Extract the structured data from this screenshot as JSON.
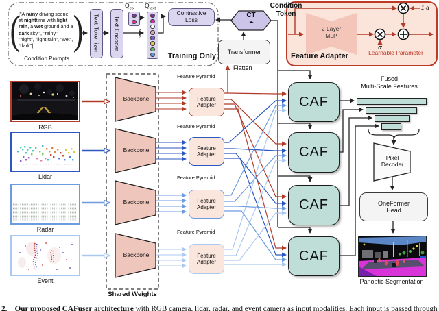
{
  "training": {
    "prompt_segments": [
      {
        "t": "[\"A ",
        "b": false
      },
      {
        "t": "rainy",
        "b": true
      },
      {
        "t": " driving scene at ",
        "b": false
      },
      {
        "t": "night",
        "b": true
      },
      {
        "t": "time with ",
        "b": false
      },
      {
        "t": "light rain",
        "b": true
      },
      {
        "t": ", a ",
        "b": false
      },
      {
        "t": "wet",
        "b": true
      },
      {
        "t": " ground and a ",
        "b": false
      },
      {
        "t": "dark",
        "b": true
      },
      {
        "t": " sky.\", \"rainy\", \"night\", \"light rain\", \"wet\", \"dark\"]",
        "b": false
      }
    ],
    "condition_prompts_label": "Condition Prompts",
    "text_tokenizer": "Text Tokenizer",
    "text_encoder": "Text Encoder",
    "q_ctx_segments": [
      {
        "t": "Q"
      },
      {
        "t": "ctx",
        "sub": true
      }
    ],
    "q_text_segments": [
      {
        "t": "Q"
      },
      {
        "t": "text",
        "sub": true
      }
    ],
    "stack_label": "Stack",
    "contrastive_loss_line1": "Contrastive",
    "contrastive_loss_line2": "Loss",
    "training_only": "Training Only"
  },
  "condition": {
    "transformer": "Transformer",
    "ct": "CT",
    "cloud_icon": "☁",
    "condition_token_line1": "Condition",
    "condition_token_line2": "Token",
    "flatten": "Flatten"
  },
  "adapter_detail": {
    "title": "Feature Adapter",
    "mlp_line1": "2 Layer",
    "mlp_line2": "MLP",
    "learnable_parameter": "Learnable Parameter",
    "alpha": "α",
    "one_minus_alpha": "1-α"
  },
  "inputs": [
    {
      "label": "RGB"
    },
    {
      "label": "Lidar"
    },
    {
      "label": "Radar"
    },
    {
      "label": "Event"
    }
  ],
  "encoder": {
    "backbone": "Backbone",
    "shared_weights": "Shared Weights",
    "feature_pyramid": "Feature Pyramid",
    "feature_adapter_line1": "Feature",
    "feature_adapter_line2": "Adapter",
    "caf": "CAF"
  },
  "head": {
    "fused_line1": "Fused",
    "fused_line2": "Multi-Scale Features",
    "pixel_decoder_line1": "Pixel",
    "pixel_decoder_line2": "Decoder",
    "oneformer_line1": "OneFormer",
    "oneformer_line2": "Head",
    "panoptic_label": "Panoptic Segmentation"
  },
  "caption_segments": [
    {
      "t": "2.  ",
      "b": true
    },
    {
      "t": "Our proposed CAFuser architecture",
      "b": true
    },
    {
      "t": " with RGB camera, lidar, radar, and event camera as input modalities. Each input is passed through",
      "b": false
    }
  ],
  "colors": {
    "rgb": "#b23a28",
    "lidar": "#2b57c0",
    "radar": "#6d9be0",
    "event": "#abc8f0",
    "accent_red": "#bf3a26",
    "lavender": "#dcd5f0",
    "teal": "#bfded7",
    "backbone_pink": "#eec6bc"
  },
  "q_dots": {
    "ctx": [
      "#7a3b9e",
      "#d9379f"
    ],
    "text": [
      "#8a2ba8",
      "#e322be",
      "#ffffff",
      "#f2a0c0",
      "#7c5fc9",
      "#f0c53f",
      "#58be5a",
      "#5a9be0"
    ]
  }
}
